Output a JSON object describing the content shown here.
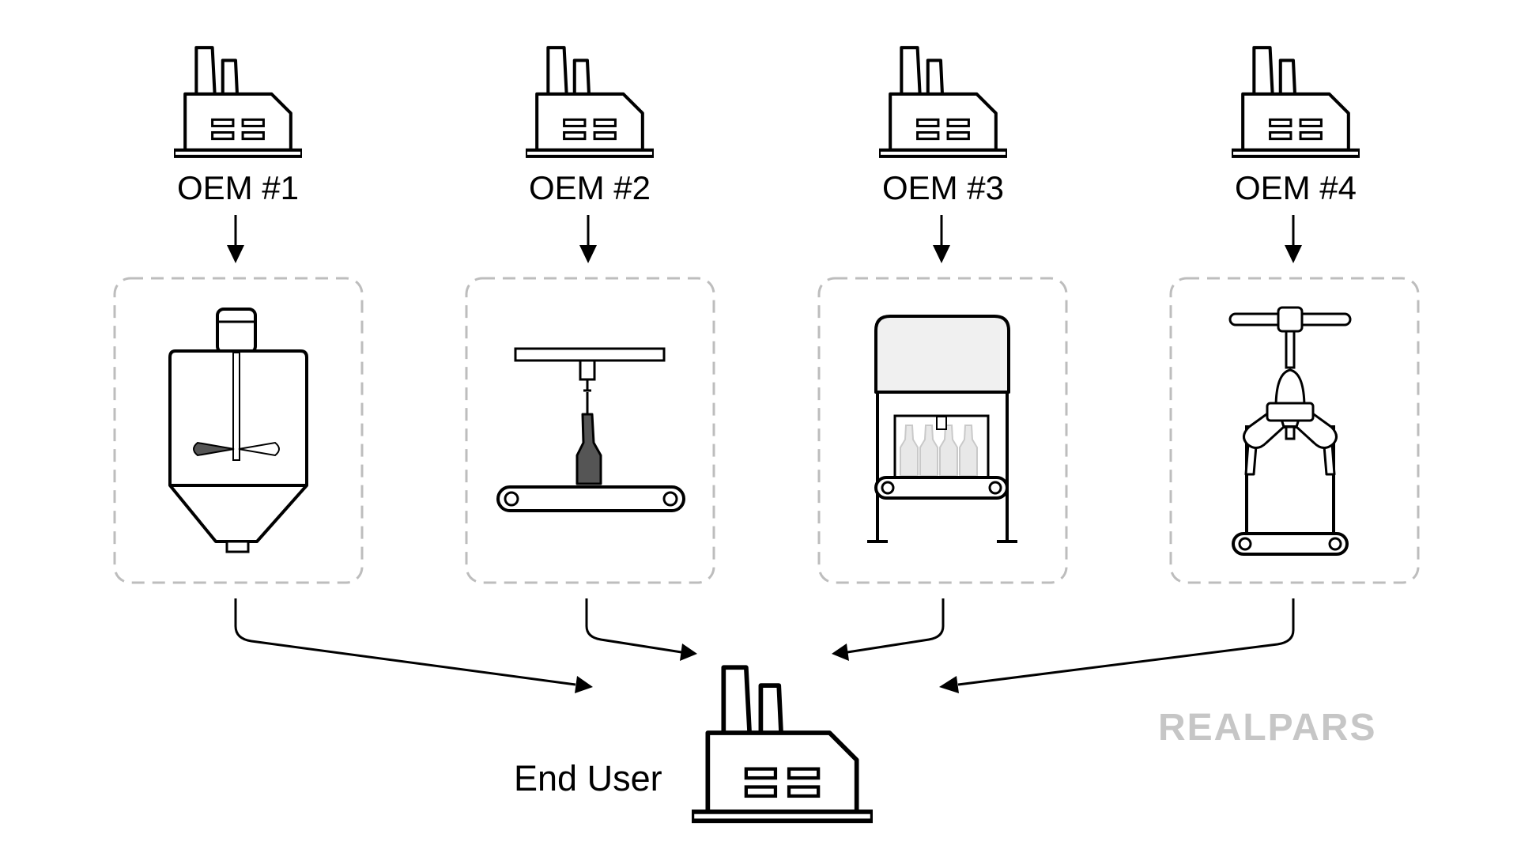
{
  "oems": [
    {
      "label": "OEM #1",
      "machine": "mixing-tank-icon"
    },
    {
      "label": "OEM #2",
      "machine": "bottle-filler-icon"
    },
    {
      "label": "OEM #3",
      "machine": "bottle-packer-icon"
    },
    {
      "label": "OEM #4",
      "machine": "robot-palletizer-icon"
    }
  ],
  "end_user": {
    "label": "End User"
  },
  "brand": {
    "text": "REALPARS",
    "color": "#c6c6c6"
  },
  "colors": {
    "line": "#000000",
    "dash": "#bdbdbd",
    "shade": "#555555",
    "panel": "#f0f0f0"
  }
}
